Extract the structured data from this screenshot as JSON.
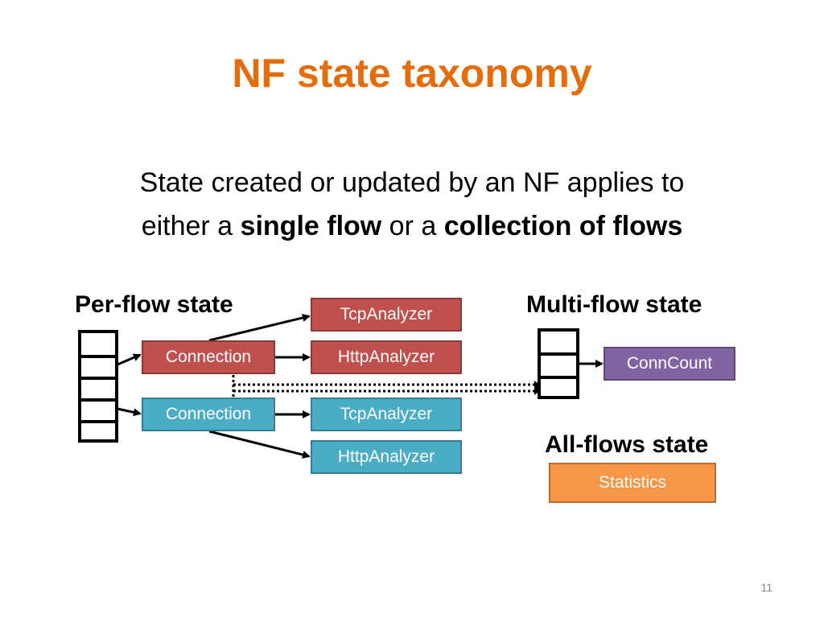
{
  "slide": {
    "title": "NF state taxonomy",
    "subtitle_line1": "State created or updated by an NF applies to",
    "subtitle_line2_pre": "either a ",
    "subtitle_bold1": "single flow",
    "subtitle_mid": " or a ",
    "subtitle_bold2": "collection of flows",
    "page_number": "11"
  },
  "per_flow": {
    "heading": "Per-flow state",
    "connection_red": "Connection",
    "connection_blue": "Connection",
    "red_analyzers": [
      "TcpAnalyzer",
      "HttpAnalyzer"
    ],
    "blue_analyzers": [
      "TcpAnalyzer",
      "HttpAnalyzer"
    ]
  },
  "multi_flow": {
    "heading": "Multi-flow state",
    "box": "ConnCount"
  },
  "all_flows": {
    "heading": "All-flows state",
    "box": "Statistics"
  },
  "colors": {
    "title": "#e46c0a",
    "red": "#c0504d",
    "blue": "#4bacc6",
    "purple": "#8064a2",
    "orange": "#f79646"
  }
}
